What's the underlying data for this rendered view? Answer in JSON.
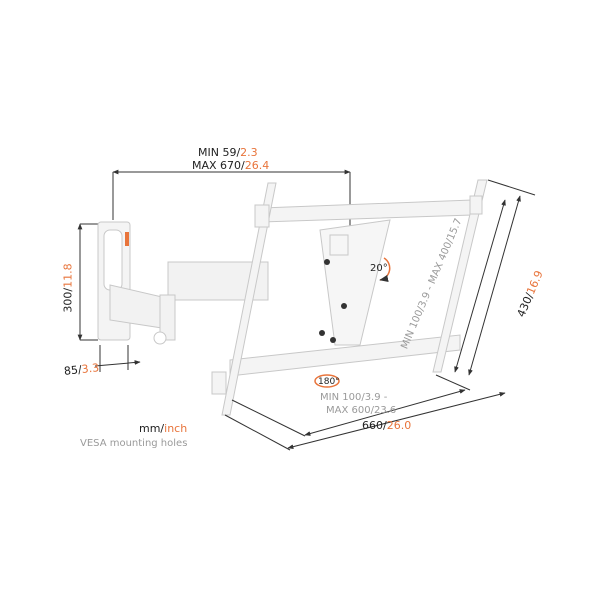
{
  "colors": {
    "accent": "#e8743b",
    "line": "#333333",
    "mount": "#f2f2f2"
  },
  "dimensions": {
    "arm_extension_min": {
      "mm": "MIN 59/",
      "inch": "2.3"
    },
    "arm_extension_max": {
      "mm": "MAX 670/",
      "inch": "26.4"
    },
    "wall_plate_height": {
      "mm": "300/",
      "inch": "11.8"
    },
    "wall_plate_depth": {
      "mm": "85/",
      "inch": "3.3"
    },
    "frame_height": {
      "mm": "430/",
      "inch": "16.9"
    },
    "frame_width": {
      "mm": "660/",
      "inch": "26.0"
    },
    "vesa_vertical": "MIN 100/3.9 - MAX 400/15.7",
    "vesa_horizontal_min": "MIN 100/3.9 -",
    "vesa_horizontal_max": "MAX 600/23.6"
  },
  "rotation": {
    "tilt": "20°",
    "swivel": "180°"
  },
  "legend": {
    "mm": "mm/",
    "inch": "inch",
    "note": "VESA mounting holes"
  }
}
